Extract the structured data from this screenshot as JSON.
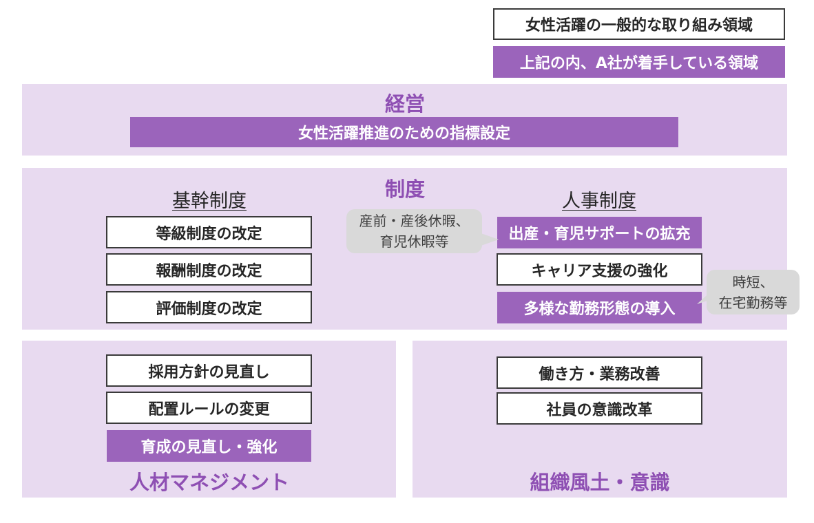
{
  "legend": {
    "general": "女性活躍の一般的な取り組み領域",
    "company": "上記の内、A社が着手している領域"
  },
  "management": {
    "title": "経営",
    "items": [
      "女性活躍推進のための指標設定"
    ]
  },
  "system": {
    "title": "制度",
    "core": {
      "heading": "基幹制度",
      "items": [
        "等級制度の改定",
        "報酬制度の改定",
        "評価制度の改定"
      ]
    },
    "hr": {
      "heading": "人事制度",
      "items": [
        "出産・育児サポートの拡充",
        "キャリア支援の強化",
        "多様な勤務形態の導入"
      ]
    },
    "callout_leave": [
      "産前・産後休暇、",
      "育児休暇等"
    ],
    "callout_work": [
      "時短、",
      "在宅勤務等"
    ]
  },
  "talent": {
    "title": "人材マネジメント",
    "items": [
      "採用方針の見直し",
      "配置ルールの変更",
      "育成の見直し・強化"
    ]
  },
  "culture": {
    "title": "組織風土・意識",
    "items": [
      "働き方・業務改善",
      "社員の意識改革"
    ]
  },
  "colors": {
    "panel": "#e8daf0",
    "accent": "#9b64bb",
    "title": "#8e4fb3",
    "callout": "#d9d9d9"
  }
}
